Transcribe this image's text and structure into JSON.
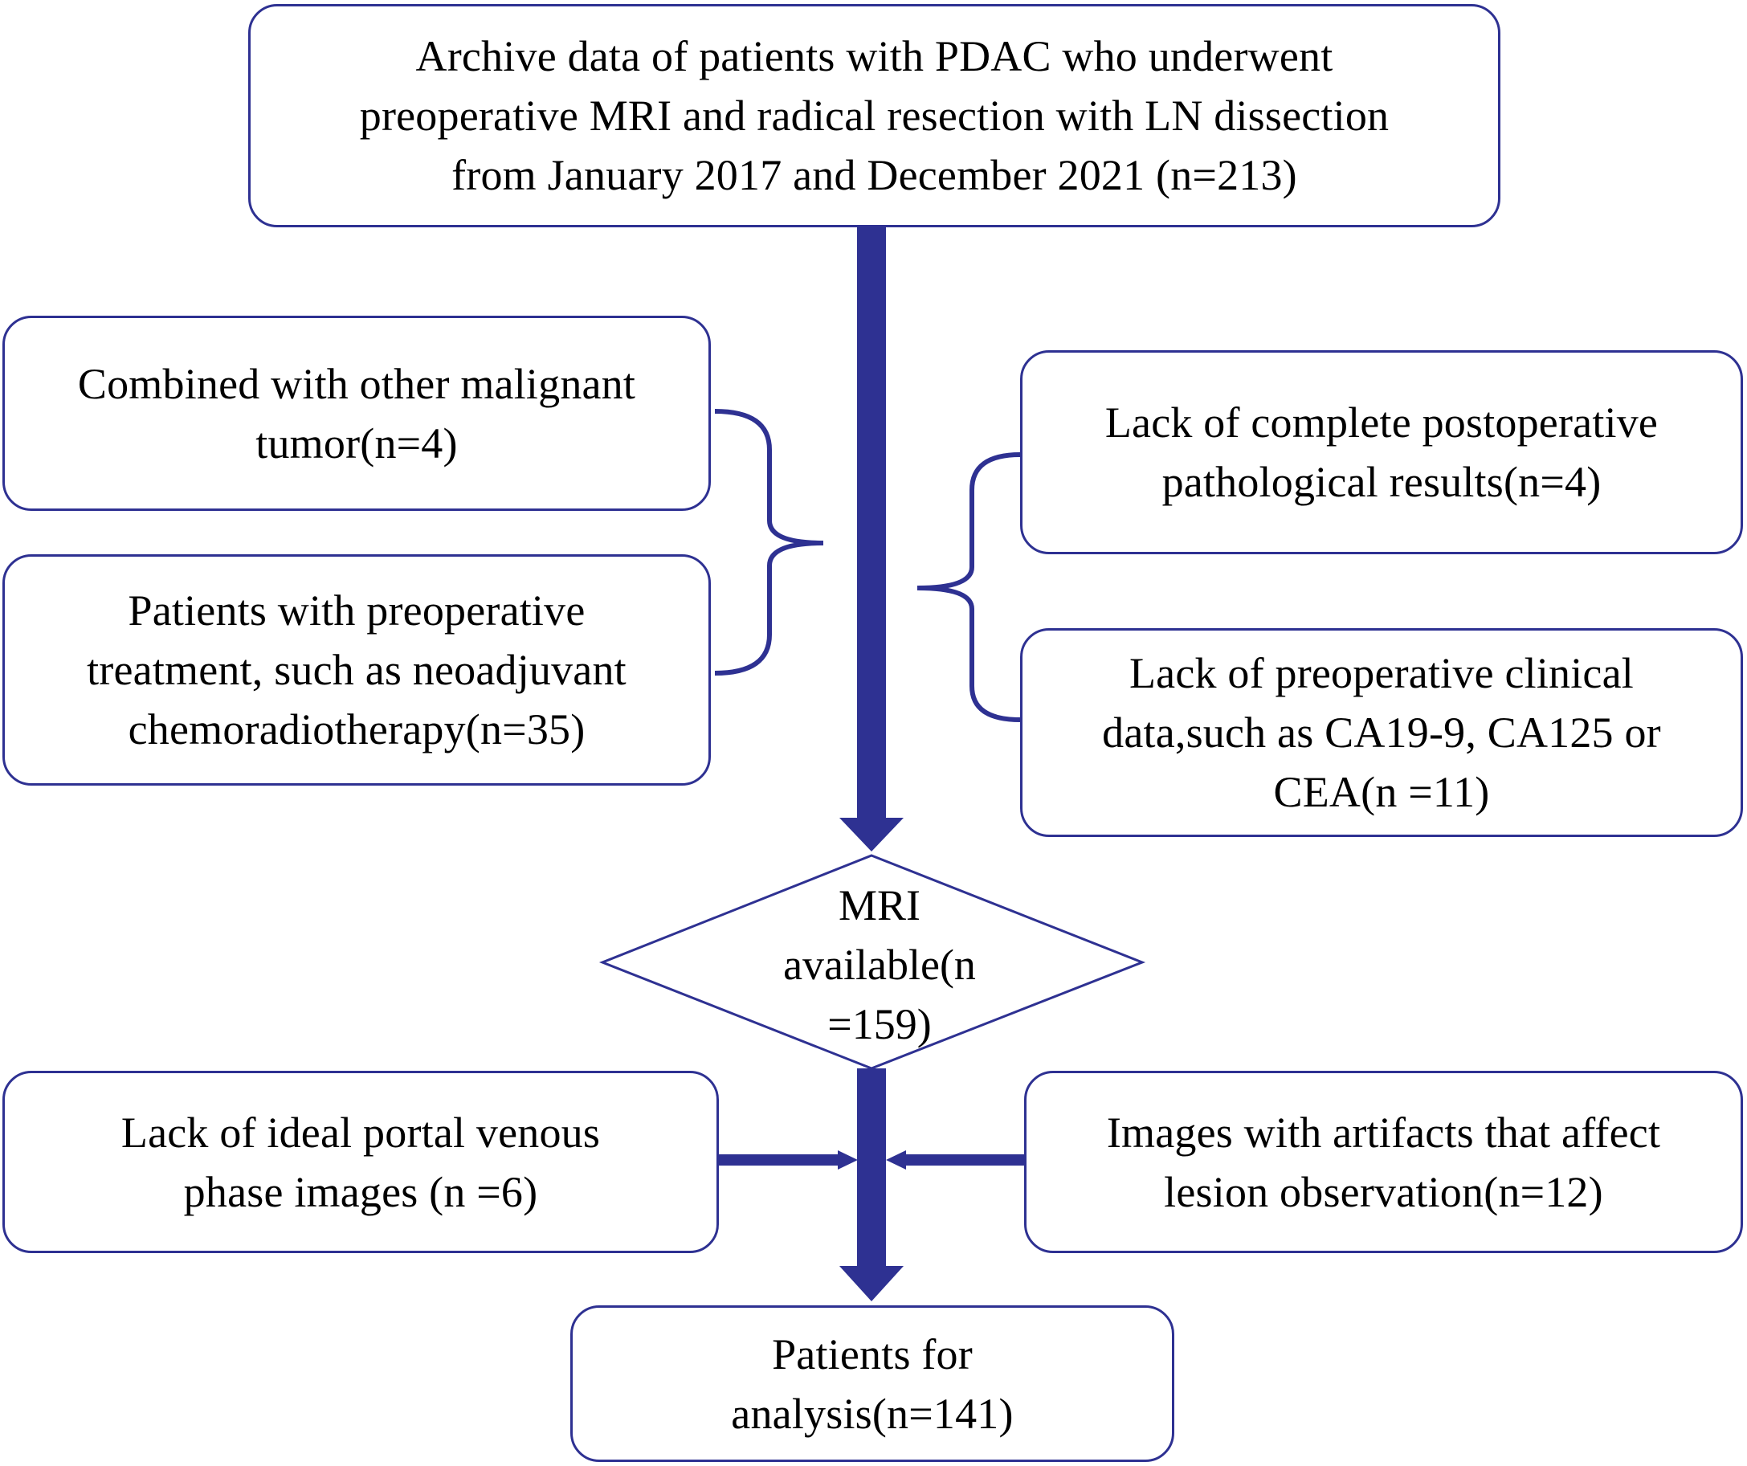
{
  "flowchart": {
    "colors": {
      "stroke": "#2e3192",
      "text": "#000000",
      "background": "#ffffff"
    },
    "start": {
      "lines": [
        "Archive data of patients with PDAC who underwent",
        "preoperative MRI and radical resection with LN dissection",
        "from January 2017 and December 2021 (n=213)"
      ]
    },
    "exclusions_stage1": {
      "left": [
        {
          "lines": [
            "Combined with other malignant",
            "tumor(n=4)"
          ]
        },
        {
          "lines": [
            "Patients with preoperative",
            "treatment, such as neoadjuvant",
            "chemoradiotherapy(n=35)"
          ]
        }
      ],
      "right": [
        {
          "lines": [
            "Lack of complete postoperative",
            "pathological results(n=4)"
          ]
        },
        {
          "lines": [
            "Lack of preoperative clinical",
            "data,such as CA19-9, CA125 or",
            "CEA(n =11)"
          ]
        }
      ]
    },
    "decision": {
      "lines": [
        "MRI",
        "available(n",
        "=159)"
      ]
    },
    "exclusions_stage2": {
      "left": {
        "lines": [
          "Lack of ideal portal venous",
          "phase images (n =6)"
        ]
      },
      "right": {
        "lines": [
          "Images with artifacts that affect",
          "lesion observation(n=12)"
        ]
      }
    },
    "end": {
      "lines": [
        "Patients for",
        "analysis(n=141)"
      ]
    }
  }
}
